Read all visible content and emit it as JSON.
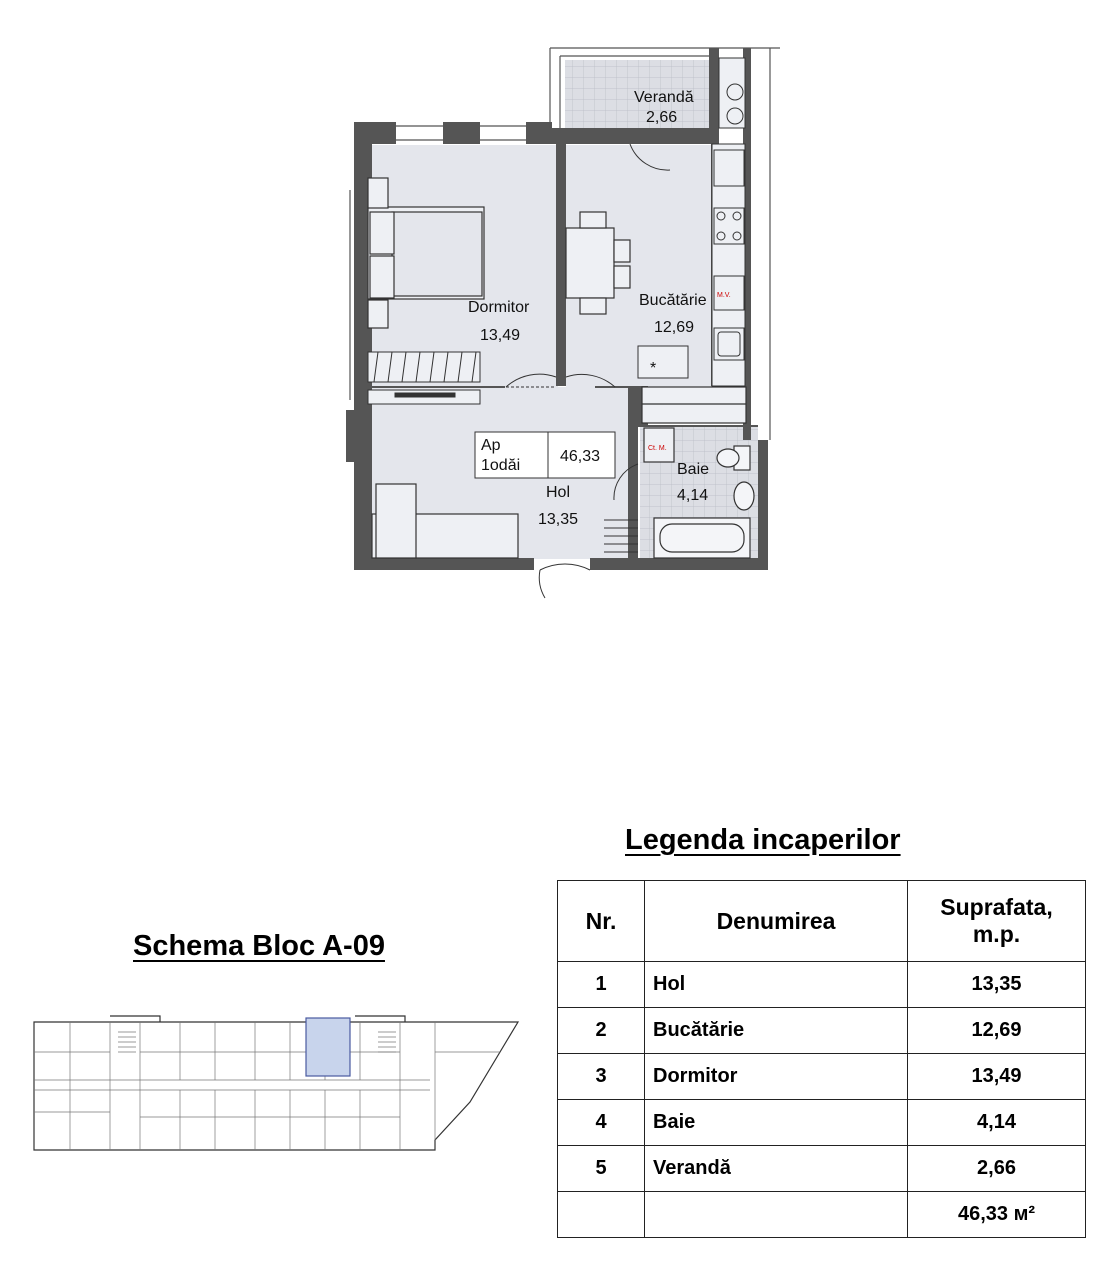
{
  "plan": {
    "rooms": {
      "veranda": {
        "name": "Verandă",
        "area": "2,66"
      },
      "dormitor": {
        "name": "Dormitor",
        "area": "13,49"
      },
      "bucatarie": {
        "name": "Bucătărie",
        "area": "12,69"
      },
      "hol": {
        "name": "Hol",
        "area": "13,35"
      },
      "baie": {
        "name": "Baie",
        "area": "4,14"
      }
    },
    "apartment": {
      "label_line1": "Ap",
      "label_line2": "1odăi",
      "area": "46,33"
    },
    "fixtures": {
      "mv_label": "M.V.",
      "ctm_label": "Ct. M.",
      "star": "*"
    }
  },
  "legend": {
    "title": "Legenda incaperilor",
    "headers": {
      "nr": "Nr.",
      "name": "Denumirea",
      "area_line1": "Suprafata,",
      "area_line2": "m.p."
    },
    "rows": [
      {
        "nr": "1",
        "name": "Hol",
        "area": "13,35"
      },
      {
        "nr": "2",
        "name": "Bucătărie",
        "area": "12,69"
      },
      {
        "nr": "3",
        "name": "Dormitor",
        "area": "13,49"
      },
      {
        "nr": "4",
        "name": "Baie",
        "area": "4,14"
      },
      {
        "nr": "5",
        "name": "Verandă",
        "area": "2,66"
      }
    ],
    "total": "46,33 м²"
  },
  "schema": {
    "title": "Schema Bloc A-09",
    "highlight_color": "#c8d4ec"
  },
  "colors": {
    "room_fill": "#e4e6ec",
    "veranda_fill": "#d9dbe2",
    "wall": "#555555"
  }
}
